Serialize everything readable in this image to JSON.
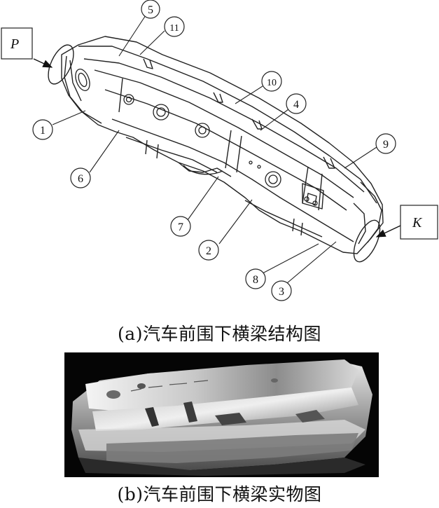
{
  "figure_a": {
    "caption": "(a)汽车前围下横梁结构图",
    "labels": {
      "p": "P",
      "k": "K"
    },
    "callouts": [
      {
        "id": "1",
        "text": "1"
      },
      {
        "id": "2",
        "text": "2"
      },
      {
        "id": "3",
        "text": "3"
      },
      {
        "id": "4",
        "text": "4"
      },
      {
        "id": "5",
        "text": "5"
      },
      {
        "id": "6",
        "text": "6"
      },
      {
        "id": "7",
        "text": "7"
      },
      {
        "id": "8",
        "text": "8"
      },
      {
        "id": "9",
        "text": "9"
      },
      {
        "id": "10",
        "text": "10"
      },
      {
        "id": "11",
        "text": "11"
      }
    ]
  },
  "figure_b": {
    "caption": "(b)汽车前围下横梁实物图"
  }
}
